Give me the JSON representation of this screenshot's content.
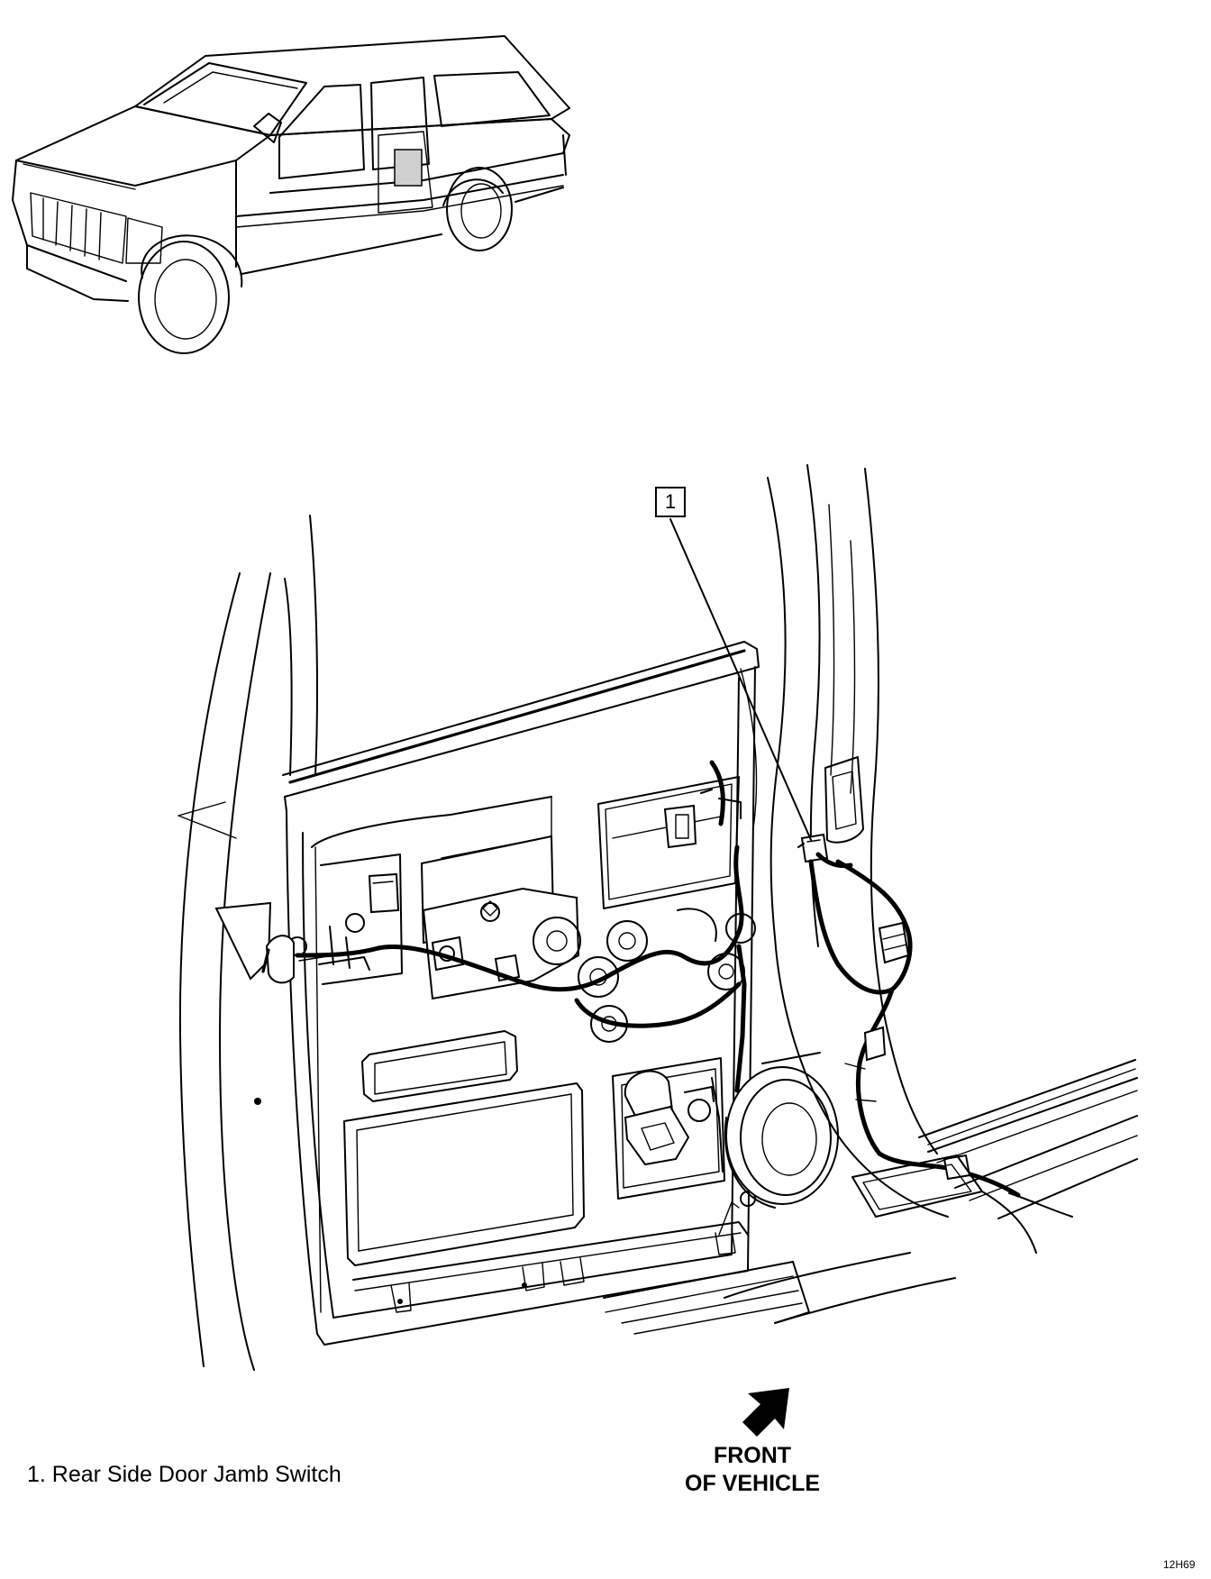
{
  "callout": {
    "number": "1"
  },
  "caption": {
    "text": "1.  Rear Side Door Jamb Switch"
  },
  "front_indicator": {
    "line1": "FRONT",
    "line2": "OF VEHICLE",
    "icon": "arrow-up-right-icon"
  },
  "figure_code": "12H69"
}
